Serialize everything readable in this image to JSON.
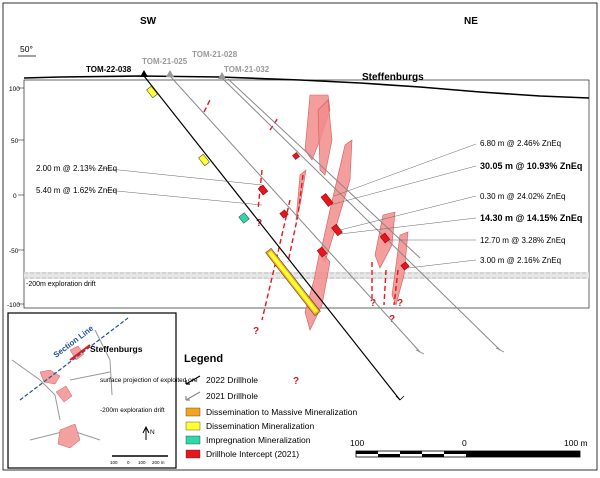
{
  "directions": {
    "left": "SW",
    "right": "NE"
  },
  "dip_angle": "50°",
  "location_label": "Steffenburgs",
  "elevation_ticks": [
    "100",
    "50",
    "0",
    "-50",
    "-100"
  ],
  "drillholes": {
    "h2022": "TOM-22-038",
    "h2021a": "TOM-21-025",
    "h2021b": "TOM-21-028",
    "h2021c": "TOM-21-032"
  },
  "intercepts": {
    "i1": "2.00 m @ 2.13% ZnEq",
    "i2": "5.40 m @ 1.62% ZnEq",
    "i3": "6.80 m @ 2.46% ZnEq",
    "i4": "30.05 m @ 10.93% ZnEq",
    "i5": "0.30 m @ 24.02% ZnEq",
    "i6": "14.30 m @ 14.15% ZnEq",
    "i7": "12.70 m @ 3.28% ZnEq",
    "i8": "3.00 m @ 2.16% ZnEq"
  },
  "drift_label": "-200m exploration drift",
  "question_mark": "?",
  "inset": {
    "section_line": "Section Line",
    "place": "Steffenburgs",
    "surface_projection": "surface projection of exploited ore",
    "drift": "-200m exploration drift",
    "north": "N",
    "scale": [
      "100",
      "0",
      "100",
      "200 m"
    ]
  },
  "legend": {
    "title": "Legend",
    "items": {
      "drill2022": "2022 Drillhole",
      "drill2021": "2021 Drillhole",
      "diss_massive": "Dissemination to Massive Mineralization",
      "diss": "Dissemination Mineralization",
      "impreg": "Impregnation Mineralization",
      "intercept": "Drillhole Intercept (2021)"
    }
  },
  "scalebar": {
    "left": "100",
    "mid": "0",
    "right": "100 m"
  },
  "colors": {
    "diss_massive": "#f7a21b",
    "diss": "#ffff33",
    "impreg": "#2ed8a8",
    "intercept": "#e8151b",
    "ore_body": "#f28c8c"
  }
}
